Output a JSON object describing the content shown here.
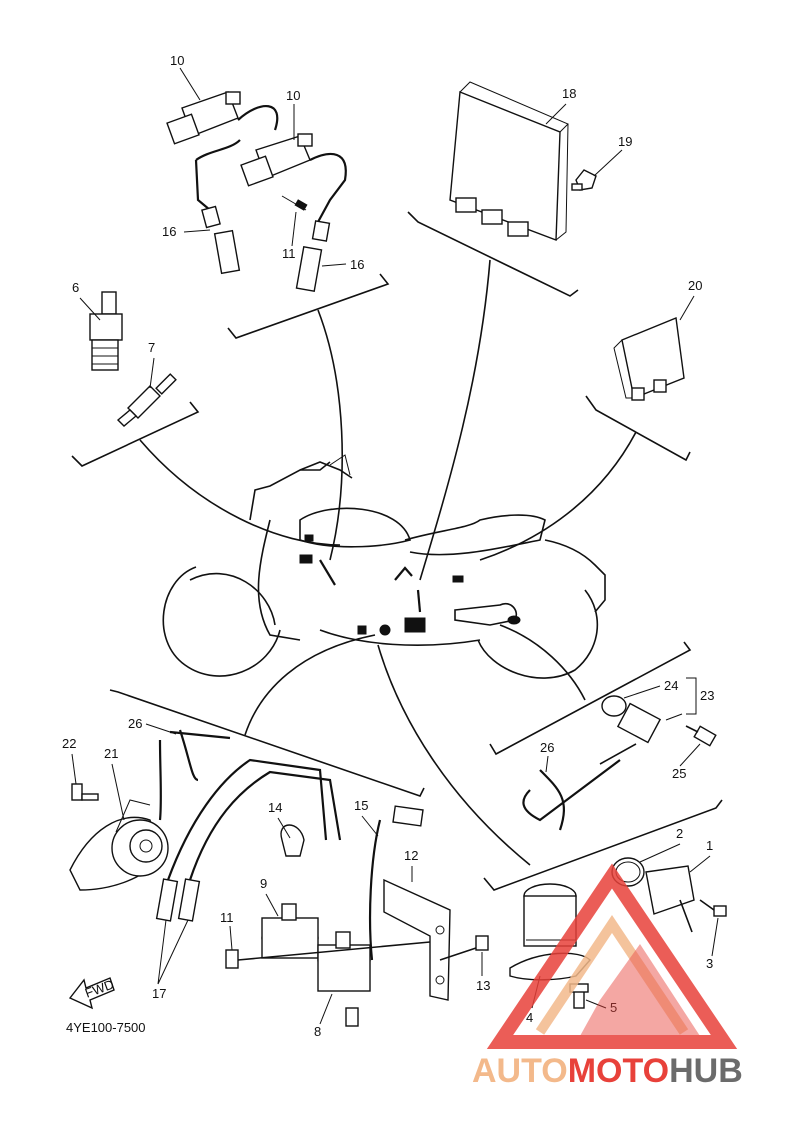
{
  "diagram_code": "4YE100-7500",
  "fwd_label": "FWD",
  "watermark": {
    "part1": "AUTO",
    "part2": "MOTO",
    "part3": "HUB",
    "color_light": "#f3b98b",
    "color_red": "#e8413a",
    "color_dark": "#6b6b6b"
  },
  "callouts": {
    "p1": "1",
    "p2": "2",
    "p3": "3",
    "p4": "4",
    "p5": "5",
    "p6": "6",
    "p7": "7",
    "p8": "8",
    "p9": "9",
    "p10a": "10",
    "p10b": "10",
    "p11a": "11",
    "p11b": "11",
    "p12": "12",
    "p13": "13",
    "p14": "14",
    "p15": "15",
    "p16a": "16",
    "p16b": "16",
    "p17": "17",
    "p18": "18",
    "p19": "19",
    "p20": "20",
    "p21": "21",
    "p22": "22",
    "p23": "23",
    "p24": "24",
    "p25": "25",
    "p26a": "26",
    "p26b": "26"
  }
}
